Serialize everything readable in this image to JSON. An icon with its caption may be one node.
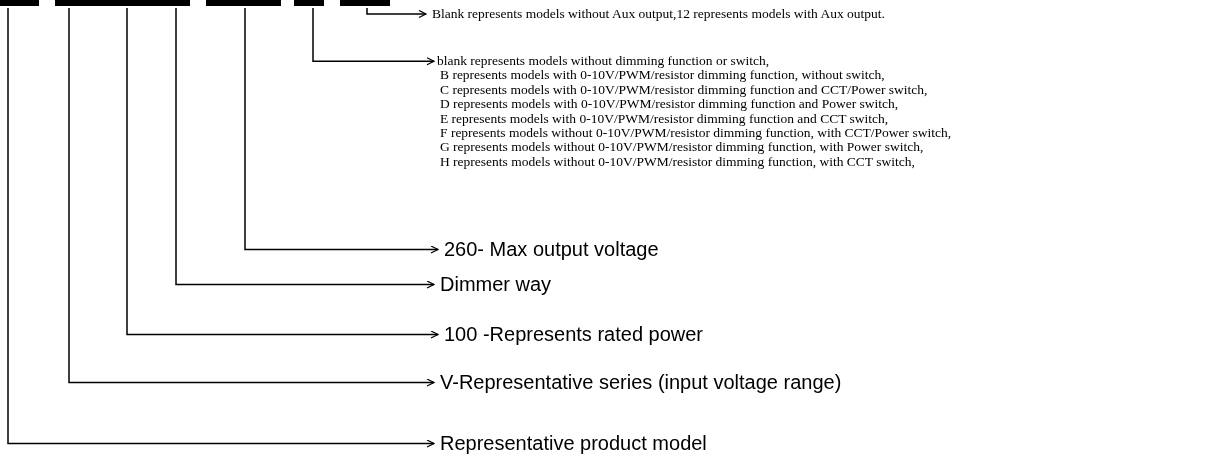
{
  "diagram": {
    "nodes": [
      {
        "text": [],
        "shape": "bar"
      },
      {
        "text": [],
        "shape": "bar"
      },
      {
        "text": [],
        "shape": "bar"
      },
      {
        "text": [],
        "shape": "bar"
      },
      {
        "text": [],
        "shape": "bar"
      },
      {
        "text": [
          "Blank represents models without Aux output,12 represents models with Aux output."
        ]
      },
      {
        "text": [
          "blank represents models without dimming function or switch,",
          "B represents models with 0-10V/PWM/resistor dimming function, without switch,",
          "C represents models with 0-10V/PWM/resistor dimming function and CCT/Power switch,",
          "D represents models with 0-10V/PWM/resistor dimming function and Power switch,",
          "E represents models with 0-10V/PWM/resistor dimming function and CCT switch,",
          "F represents models without 0-10V/PWM/resistor dimming function, with CCT/Power switch,",
          "G represents models without 0-10V/PWM/resistor dimming function, with Power switch,",
          "H represents models without 0-10V/PWM/resistor dimming function, with CCT switch,"
        ]
      },
      {
        "text": [
          "260- Max output voltage"
        ]
      },
      {
        "text": [
          "Dimmer way"
        ]
      },
      {
        "text": [
          "100 -Represents rated power"
        ]
      },
      {
        "text": [
          "V-Representative series (input voltage range)"
        ]
      },
      {
        "text": [
          "Representative product model"
        ]
      }
    ],
    "edges": [
      {
        "from": 4,
        "to": 5,
        "arrow": "to"
      },
      {
        "from": 3,
        "to": 6,
        "arrow": "to"
      },
      {
        "from": 2,
        "to": 7,
        "arrow": "to"
      },
      {
        "from": 1,
        "to": 8,
        "arrow": "to"
      },
      {
        "from": 1,
        "to": 9,
        "arrow": "to"
      },
      {
        "from": 1,
        "to": 10,
        "arrow": "to"
      },
      {
        "from": 0,
        "to": 11,
        "arrow": "to"
      }
    ]
  }
}
